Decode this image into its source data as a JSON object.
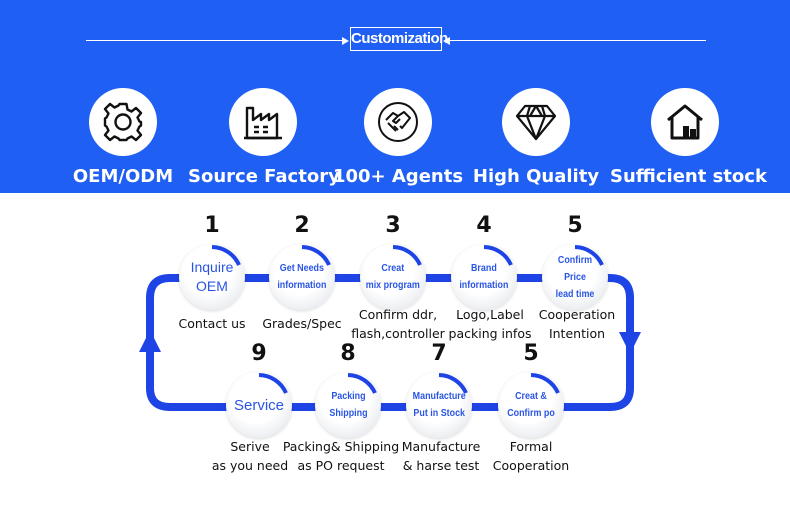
{
  "header": {
    "title": "Customization"
  },
  "features": [
    {
      "label": "OEM/ODM",
      "icon": "gear-icon"
    },
    {
      "label": "Source Factory",
      "icon": "factory-icon"
    },
    {
      "label": "100+ Agents",
      "icon": "handshake-icon"
    },
    {
      "label": "High Quality",
      "icon": "diamond-icon"
    },
    {
      "label": "Sufficient stock",
      "icon": "warehouse-icon"
    }
  ],
  "process": {
    "top_row": [
      {
        "number": "1",
        "circle_label": "Inquire\nOEM",
        "desc": "Contact us"
      },
      {
        "number": "2",
        "circle_label": "Get Needs\ninformation",
        "desc": "Grades/Spec"
      },
      {
        "number": "3",
        "circle_label": "Creat\nmix program",
        "desc": "Confirm ddr,\nflash,controller"
      },
      {
        "number": "4",
        "circle_label": "Brand\ninformation",
        "desc": "Logo,Label\npacking infos"
      },
      {
        "number": "5",
        "circle_label": "Confirm Price\nlead time",
        "desc": "Cooperation\nIntention"
      }
    ],
    "bottom_row": [
      {
        "number": "9",
        "circle_label": "Service",
        "desc": "Serive\nas you need"
      },
      {
        "number": "8",
        "circle_label": "Packing\nShipping",
        "desc": "Packing& Shipping\nas PO request"
      },
      {
        "number": "7",
        "circle_label": "Manufacture\nPut in Stock",
        "desc": "Manufacture\n& harse test"
      },
      {
        "number": "5",
        "circle_label": "Creat &\nConfirm po",
        "desc": "Formal\nCooperation"
      }
    ]
  },
  "colors": {
    "brand_blue": "#1f5ff3",
    "loop_blue": "#1f44e6",
    "label_blue": "#2a55e4"
  }
}
